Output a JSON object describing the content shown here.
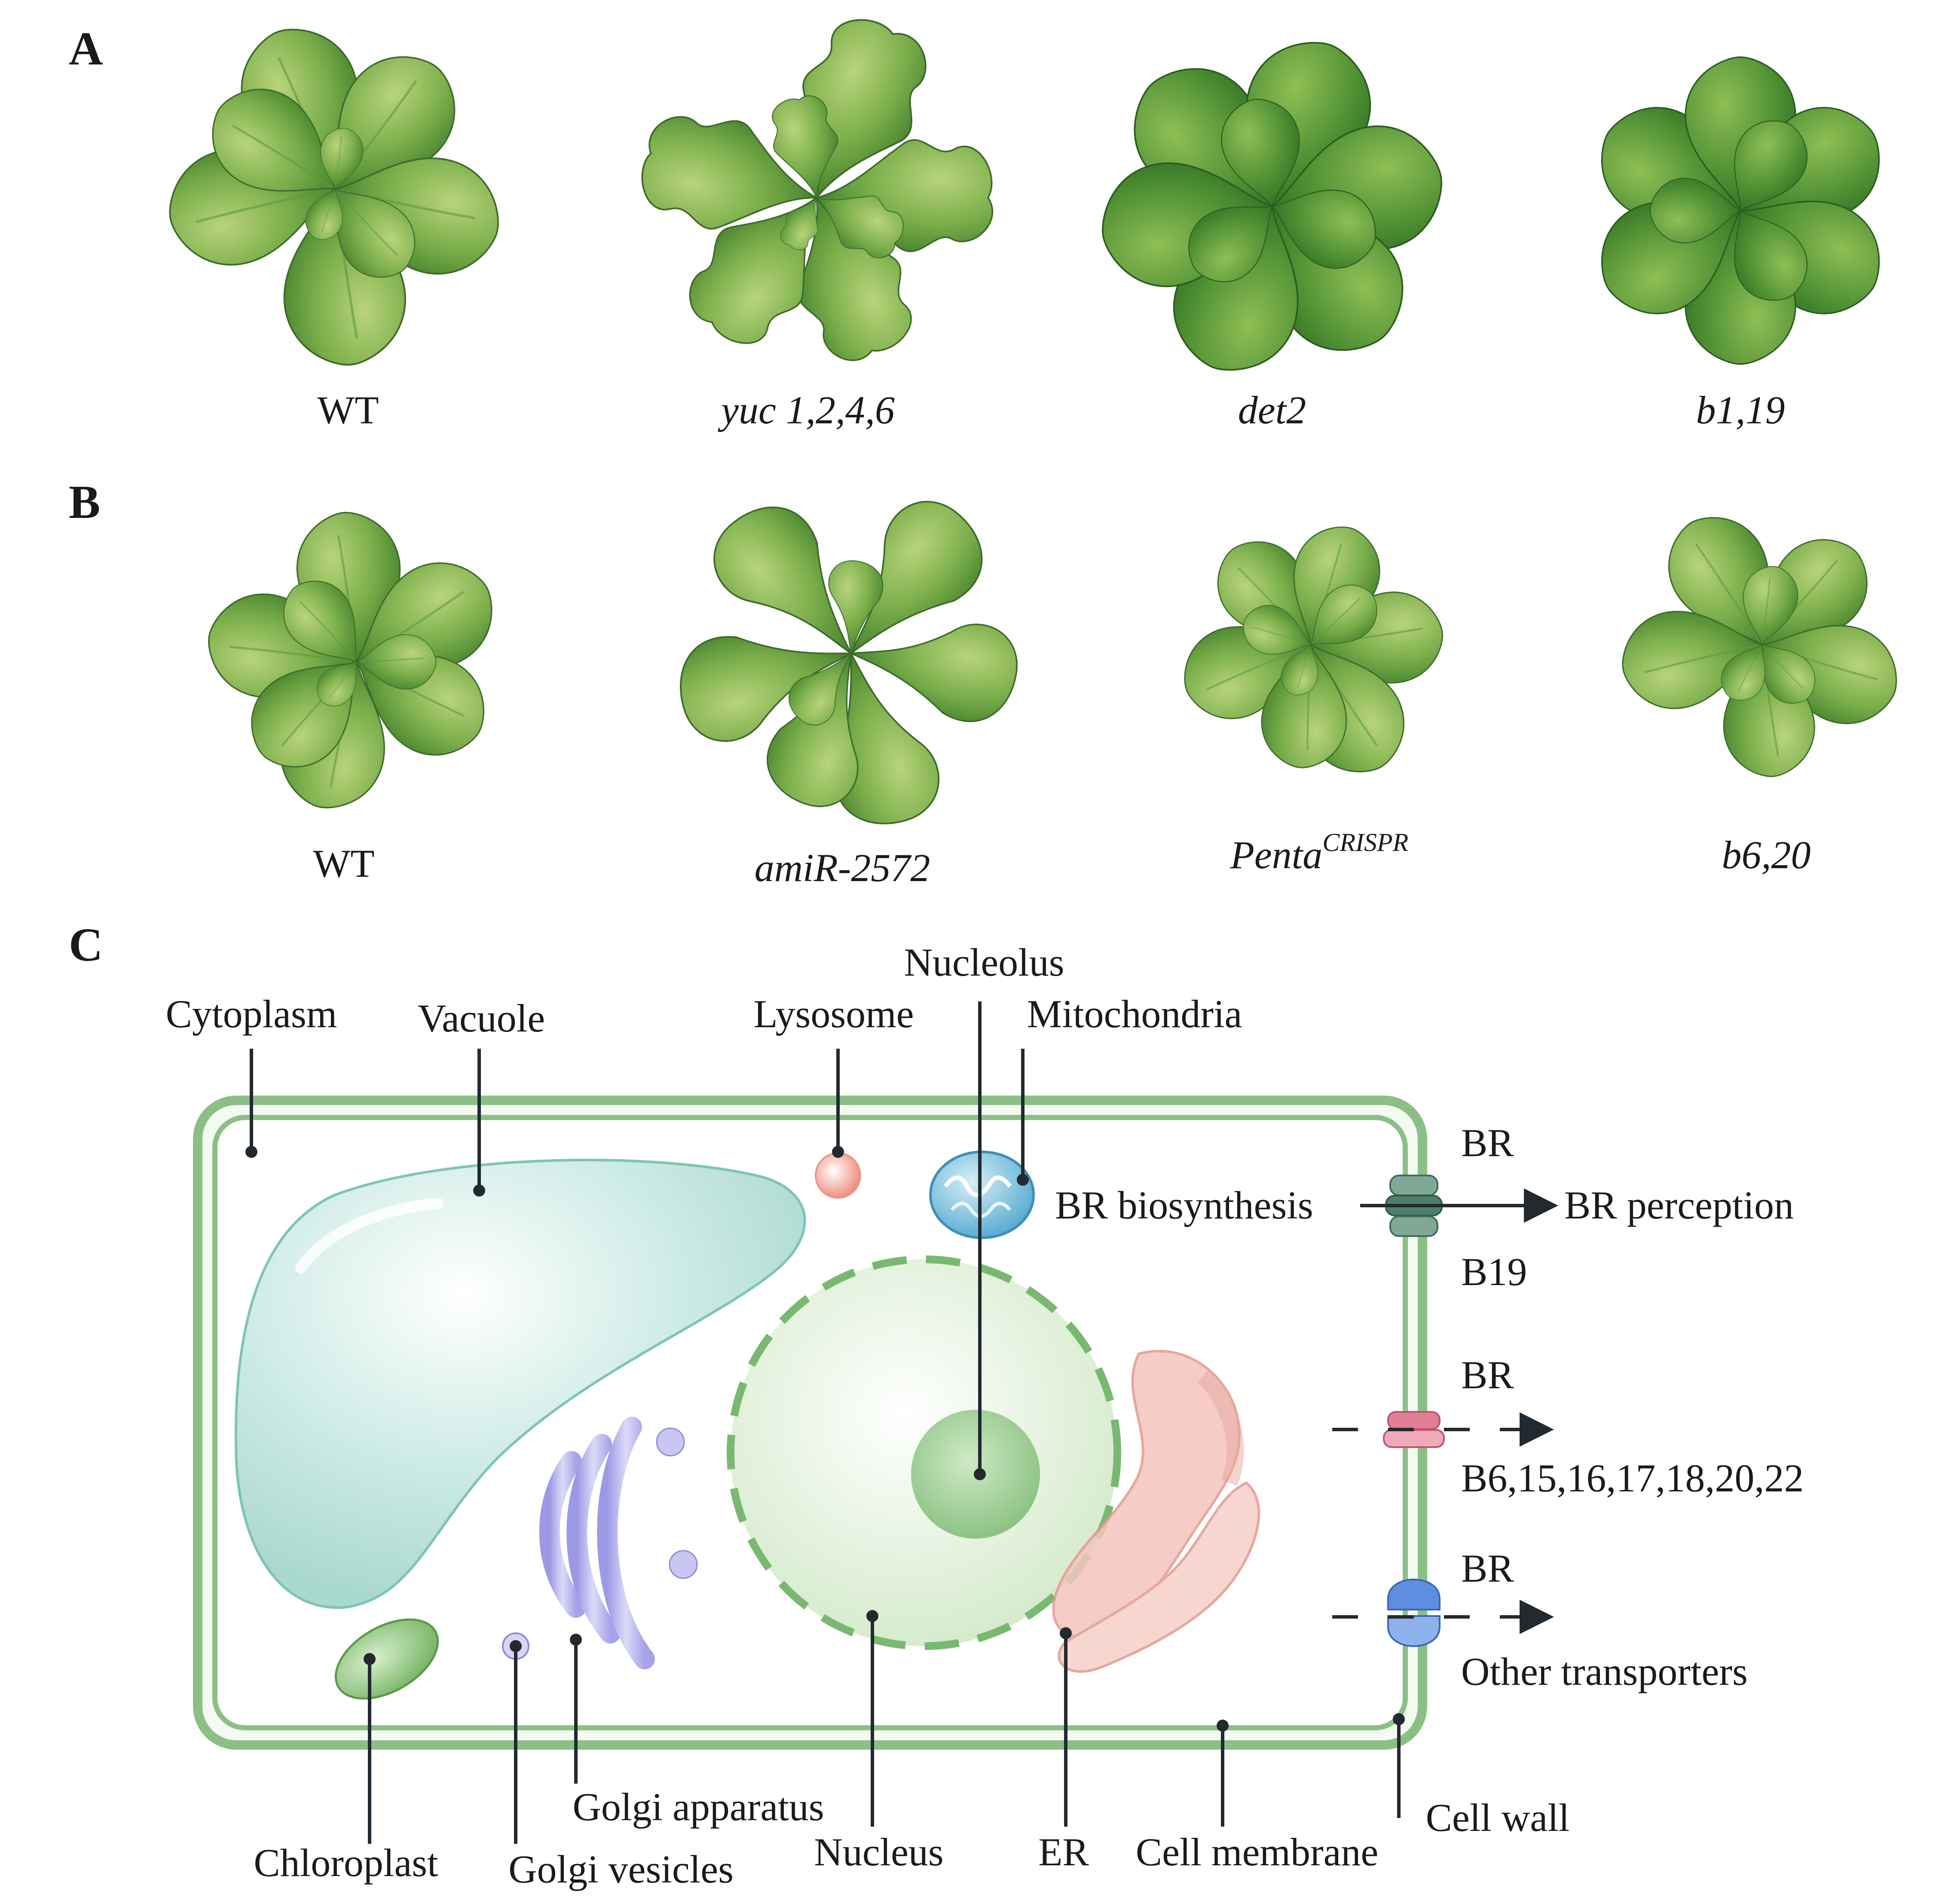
{
  "panels": {
    "A": {
      "letter": "A",
      "plants": [
        {
          "label": "WT",
          "italic": false
        },
        {
          "label": "yuc 1,2,4,6",
          "italic": true
        },
        {
          "label": "det2",
          "italic": true
        },
        {
          "label": "b1,19",
          "italic": true
        }
      ]
    },
    "B": {
      "letter": "B",
      "plants": [
        {
          "label": "WT",
          "italic": false
        },
        {
          "label": "amiR-2572",
          "italic": true
        },
        {
          "label": "Penta",
          "sup": "CRISPR",
          "italic": true
        },
        {
          "label": "b6,20",
          "italic": true
        }
      ]
    },
    "C": {
      "letter": "C",
      "organelles": {
        "cytoplasm": "Cytoplasm",
        "vacuole": "Vacuole",
        "lysosome": "Lysosome",
        "nucleolus": "Nucleolus",
        "mitochondria": "Mitochondria",
        "chloroplast": "Chloroplast",
        "golgi_vesicles": "Golgi vesicles",
        "golgi_apparatus": "Golgi apparatus",
        "nucleus": "Nucleus",
        "er": "ER",
        "cell_membrane": "Cell membrane",
        "cell_wall": "Cell wall"
      },
      "transport": {
        "br_biosynthesis": "BR biosynthesis",
        "br_perception": "BR perception",
        "t1_top": "BR",
        "t1_bottom": "B19",
        "t2_top": "BR",
        "t2_bottom": "B6,15,16,17,18,20,22",
        "t3_top": "BR",
        "t3_bottom": "Other transporters"
      }
    }
  },
  "colors": {
    "leaf_light": "#a9c86a",
    "leaf_mid": "#6fa845",
    "leaf_dark": "#3f7d2a",
    "cell_wall": "#8cbf86",
    "vacuole": "#bfe3dc",
    "nucleus": "#e3f1dc",
    "nucleus_border": "#79b870",
    "golgi": "#b7b4ea",
    "er": "#f2b8b0",
    "mitochondria": "#7fc0dc",
    "lysosome": "#f2a79b",
    "transporter_b19": "#5b8a78",
    "transporter_pink": "#e2899c",
    "transporter_blue": "#5d8ee0"
  }
}
